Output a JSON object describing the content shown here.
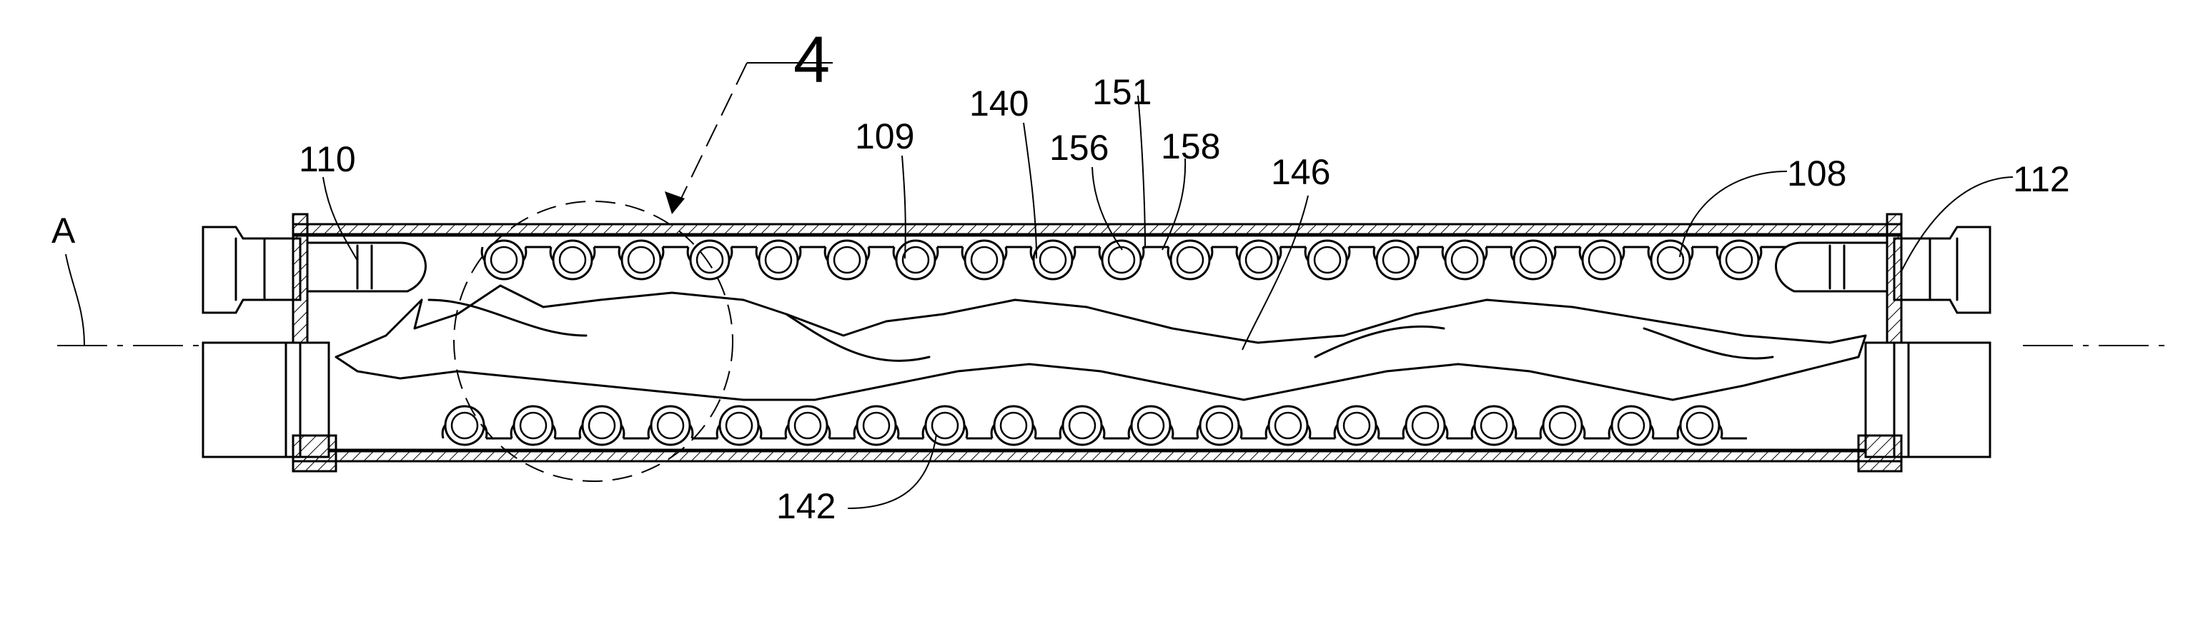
{
  "figure": {
    "callout_detail": "4",
    "axis_label": "A",
    "reference_numerals": [
      {
        "id": "n110",
        "text": "110"
      },
      {
        "id": "n109",
        "text": "109"
      },
      {
        "id": "n140",
        "text": "140"
      },
      {
        "id": "n151",
        "text": "151"
      },
      {
        "id": "n156",
        "text": "156"
      },
      {
        "id": "n158",
        "text": "158"
      },
      {
        "id": "n146",
        "text": "146"
      },
      {
        "id": "n108",
        "text": "108"
      },
      {
        "id": "n112",
        "text": "112"
      },
      {
        "id": "n142",
        "text": "142"
      }
    ]
  }
}
